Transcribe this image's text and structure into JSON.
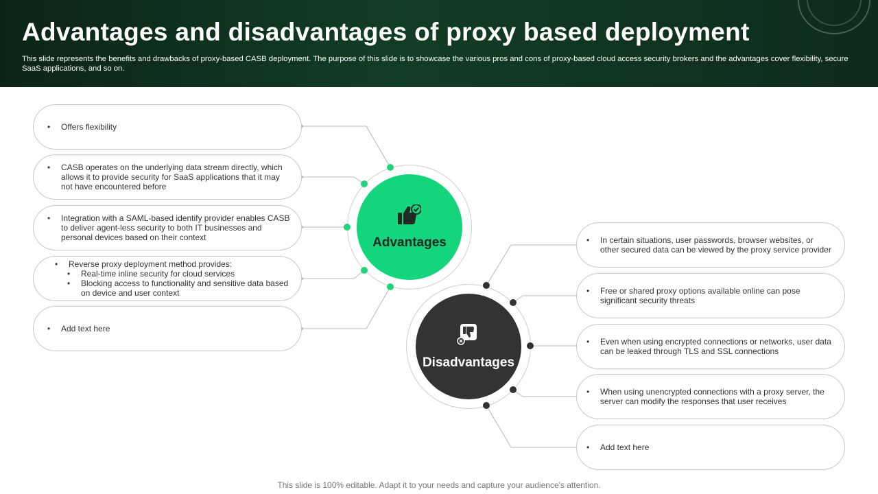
{
  "title": "Advantages and disadvantages of proxy based deployment",
  "subtitle": "This slide represents the benefits and drawbacks of proxy-based CASB deployment. The purpose of this slide is to showcase the various pros and cons of proxy-based cloud access security brokers and the advantages cover flexibility, secure SaaS applications, and so on.",
  "advantages": {
    "label": "Advantages",
    "items": [
      "Offers flexibility",
      "CASB operates on the underlying data stream directly, which allows it to provide security for SaaS applications that it may not have encountered before",
      "Integration with a SAML-based identify provider enables CASB to deliver agent-less security to both IT businesses and personal devices based on their context",
      {
        "lead": "Reverse proxy  deployment method provides:",
        "sub": [
          "Real-time inline security for cloud services",
          "Blocking access to functionality and sensitive data based on device and user context"
        ]
      },
      "Add text here"
    ]
  },
  "disadvantages": {
    "label": "Disadvantages",
    "items": [
      "In certain situations, user passwords, browser websites, or other secured data can be viewed by the proxy  service provider",
      "Free or shared proxy options available online can pose significant security threats",
      "Even when using encrypted connections or networks, user data can be leaked through TLS and SSL connections",
      "When using unencrypted connections with a proxy  server, the server can modify the responses that user receives",
      "Add text here"
    ]
  },
  "footer": "This slide is 100% editable. Adapt it to your needs and capture your audience's attention.",
  "colors": {
    "accent_green": "#14d47c",
    "dark": "#333333",
    "header_bg": "#123d25"
  },
  "icons": {
    "advantages": "thumbs-up-check-icon",
    "disadvantages": "thumbs-down-x-icon"
  }
}
